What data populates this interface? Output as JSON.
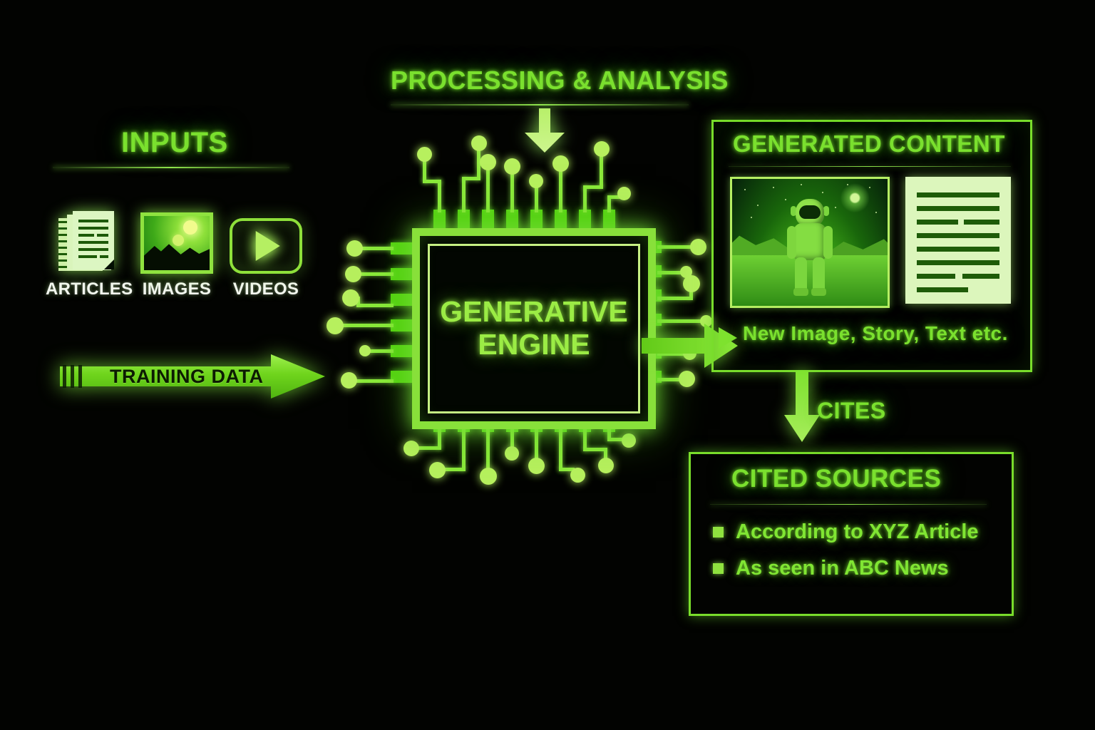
{
  "diagram": {
    "background_color": "#000000",
    "accent_green": "#7ae02e",
    "bright_green": "#8fe23f",
    "pale_green": "#dcf6bc"
  },
  "inputs": {
    "title": "INPUTS",
    "icons": [
      {
        "label": "ARTICLES",
        "icon": "documents-icon"
      },
      {
        "label": "IMAGES",
        "icon": "picture-icon"
      },
      {
        "label": "VIDEOS",
        "icon": "play-button-icon"
      }
    ],
    "training_arrow_label": "TRAINING DATA"
  },
  "processing": {
    "title": "PROCESSING & ANALYSIS",
    "chip_line1": "GENERATIVE",
    "chip_line2": "ENGINE"
  },
  "generated_content": {
    "title": "GENERATED CONTENT",
    "image_alt": "astronaut-on-planet-image",
    "document_alt": "text-document-icon",
    "caption": "New Image, Story, Text etc."
  },
  "cites": {
    "label": "CITES"
  },
  "cited_sources": {
    "title": "CITED SOURCES",
    "items": [
      "According to XYZ Article",
      "As seen in ABC News"
    ]
  }
}
